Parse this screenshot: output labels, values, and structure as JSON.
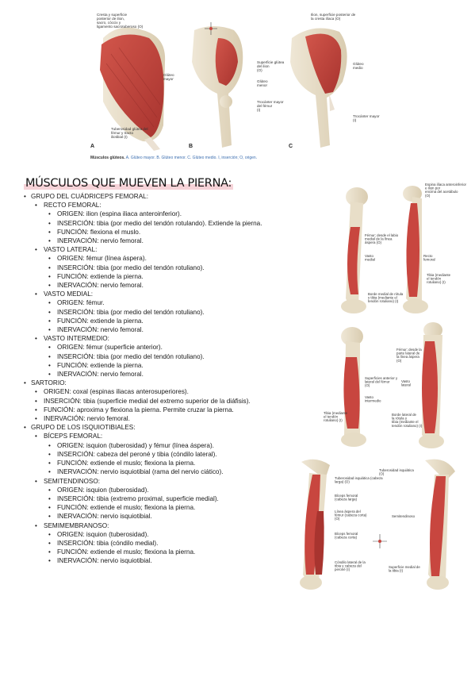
{
  "figure_top": {
    "labels": {
      "a1": "Cresta y superficie posterior de ilion, sacro, cóccix y ligamento sacrotuberoso (O)",
      "a2": "Glúteo mayor",
      "a3": "Tuberosidad glútea del fémur y tracto iliotibial (I)",
      "b1": "Superficie glútea del ilion (O)",
      "b2": "Glúteo menor",
      "b3": "Trocánter mayor del fémur (I)",
      "c1": "Ilion, superficie posterior de la cresta ilíaca (O)",
      "c2": "Glúteo medio",
      "c3": "Trocánter mayor (I)"
    },
    "letters": [
      "A",
      "B",
      "C"
    ],
    "caption_bold": "Músculos glúteos.",
    "caption_rest": "A. Glúteo mayor. B. Glúteo menor. C. Glúteo medio. I, inserción; O, origen."
  },
  "title": "MÚSCULOS QUE MUEVEN LA PIERNA:",
  "lines": [
    {
      "level": 1,
      "text": "GRUPO DEL CUÁDRICEPS FEMORAL:"
    },
    {
      "level": 2,
      "text": "RECTO FEMORAL:"
    },
    {
      "level": 3,
      "text": "ORIGEN: ilion (espina iliaca anteroinferior)."
    },
    {
      "level": 3,
      "text": "INSERCIÓN: tibia (por medio del tendón rotulando). Extiende la pierna."
    },
    {
      "level": 3,
      "text": "FUNCIÓN: flexiona el muslo."
    },
    {
      "level": 3,
      "text": "INERVACIÓN: nervio femoral."
    },
    {
      "level": 2,
      "text": "VASTO LATERAL:"
    },
    {
      "level": 3,
      "text": "ORIGEN: fémur (línea áspera)."
    },
    {
      "level": 3,
      "text": "INSERCIÓN: tibia (por medio del tendón rotuliano)."
    },
    {
      "level": 3,
      "text": "FUNCIÓN: extiende la pierna."
    },
    {
      "level": 3,
      "text": "INERVACIÓN: nervio femoral."
    },
    {
      "level": 2,
      "text": "VASTO MEDIAL:"
    },
    {
      "level": 3,
      "text": "ORIGEN: fémur."
    },
    {
      "level": 3,
      "text": "INSERCIÓN: tibia (por medio del tendón rotuliano)."
    },
    {
      "level": 3,
      "text": "FUNCIÓN: extiende la pierna."
    },
    {
      "level": 3,
      "text": "INERVACIÓN: nervio femoral."
    },
    {
      "level": 2,
      "text": "VASTO INTERMEDIO:"
    },
    {
      "level": 3,
      "text": "ORIGEN: fémur (superficie anterior)."
    },
    {
      "level": 3,
      "text": "INSERCIÓN: tibia (por medio del tendón rotuliano)."
    },
    {
      "level": 3,
      "text": "FUNCIÓN: extiende la pierna."
    },
    {
      "level": 3,
      "text": "INERVACIÓN: nervio femoral."
    },
    {
      "level": 1,
      "text": "SARTORIO:"
    },
    {
      "level": 2,
      "text": "ORIGEN: coxal (espinas iliacas anterosuperiores)."
    },
    {
      "level": 2,
      "text": "INSERCIÓN: tibia (superficie medial del extremo superior de la diáfisis)."
    },
    {
      "level": 2,
      "text": "FUNCIÓN: aproxima y flexiona la pierna. Permite cruzar la pierna."
    },
    {
      "level": 2,
      "text": "INERVACIÓN: nervio femoral."
    },
    {
      "level": 1,
      "text": "GRUPO DE LOS ISQUIOTIBIALES:"
    },
    {
      "level": 2,
      "text": "BÍCEPS FEMORAL:"
    },
    {
      "level": 3,
      "text": "ORIGEN: isquion (tuberosidad) y fémur (línea áspera)."
    },
    {
      "level": 3,
      "text": "INSERCIÓN: cabeza del peroné y tibia (cóndilo lateral)."
    },
    {
      "level": 3,
      "text": "FUNCIÓN: extiende el muslo; flexiona la pierna."
    },
    {
      "level": 3,
      "text": "INERVACIÓN: nervio isquiotibial (rama del nervio ciático)."
    },
    {
      "level": 2,
      "text": "SEMITENDINOSO:"
    },
    {
      "level": 3,
      "text": "ORIGEN: isquion (tuberosidad)."
    },
    {
      "level": 3,
      "text": "INSERCIÓN: tibia (extremo proximal, superficie medial)."
    },
    {
      "level": 3,
      "text": "FUNCIÓN: extiende el muslo; flexiona la pierna."
    },
    {
      "level": 3,
      "text": "INERVACIÓN: nervio isquiotibial."
    },
    {
      "level": 2,
      "text": "SEMIMEMBRANOSO:"
    },
    {
      "level": 3,
      "text": "ORIGEN: isquion (tuberosidad)."
    },
    {
      "level": 3,
      "text": "INSERCIÓN: tibia (cóndilo medial)."
    },
    {
      "level": 3,
      "text": "FUNCIÓN: extiende el muslo; flexiona la pierna."
    },
    {
      "level": 3,
      "text": "INERVACIÓN: nervio isquiotibial."
    }
  ],
  "figure_quadriceps_1": {
    "labels": [
      "Espina ilíaca anteroinferior e ilion por encima del acetábulo (O)",
      "Fémur; desde el labio medial de la línea áspera (O)",
      "Vasto medial",
      "Recto femoral",
      "Tibia (mediante el tendón rotuliano) (I)",
      "Borde medial de rótula y tibia (mediante el tendón rotuliano) (I)"
    ]
  },
  "figure_quadriceps_2": {
    "labels": [
      "Fémur; desde la parte lateral de la línea áspera (O)",
      "Superficies anterior y lateral del fémur (O)",
      "Vasto lateral",
      "Vasto intermedio",
      "Tibia (mediante el tendón rotuliano) (I)",
      "Borde lateral de la rótula y tibia (mediante el tendón rotuliano) (I)"
    ]
  },
  "figure_hamstrings": {
    "labels": [
      "Tuberosidad isquiática (cabeza larga) (O)",
      "Tuberosidad isquiática (O)",
      "Bíceps femoral (cabeza larga)",
      "Línea áspera del fémur (cabeza corta) (O)",
      "Semitendinoso",
      "Bíceps femoral (cabeza corta)",
      "Cóndilo lateral de la tibia y cabeza del peroné (I)",
      "Superficie medial de la tibia (I)"
    ]
  },
  "colors": {
    "bone": "#ece3d0",
    "bone_shadow": "#d6c8ab",
    "muscle": "#c8463f",
    "muscle_dark": "#9f2f2c",
    "tendon": "#efe6da",
    "title_highlight": "#f6d3d8"
  }
}
